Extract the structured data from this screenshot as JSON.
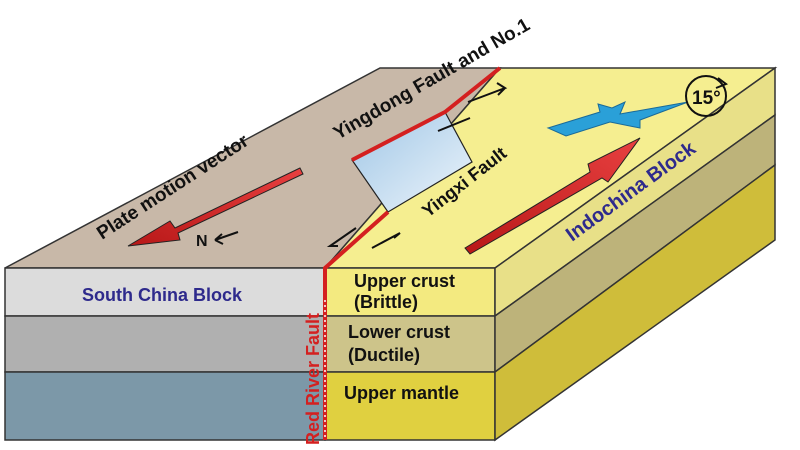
{
  "labels": {
    "yingdong_fault": "Yingdong Fault and No.1",
    "plate_motion_vector": "Plate motion vector",
    "north_indicator": "N",
    "yingxi_fault": "Yingxi Fault",
    "indochina_block": "Indochina Block",
    "rotation_angle": "15°",
    "south_china_block": "South China Block",
    "red_river_fault": "Red River Fault",
    "upper_crust_line1": "Upper crust",
    "upper_crust_line2": "(Brittle)",
    "lower_crust_line1": "Lower crust",
    "lower_crust_line2": "(Ductile)",
    "upper_mantle": "Upper mantle"
  },
  "colors": {
    "top_surface_south": "#c8b8a8",
    "top_surface_indochina": "#f5ee90",
    "front_upper_crust_south": "#dcdcdc",
    "front_lower_crust_south": "#b0b0b0",
    "front_mantle_south": "#7c98a8",
    "front_upper_crust_indochina": "#f3ea80",
    "front_lower_crust_indochina": "#cdc48a",
    "front_mantle_indochina": "#e0d040",
    "side_upper_crust": "#e8e088",
    "side_lower_crust": "#bdb37a",
    "side_mantle": "#cfbd3a",
    "fault_red": "#d42020",
    "block_label_blue": "#2e2a8c",
    "arrow_blue": "#2aa0d8"
  }
}
